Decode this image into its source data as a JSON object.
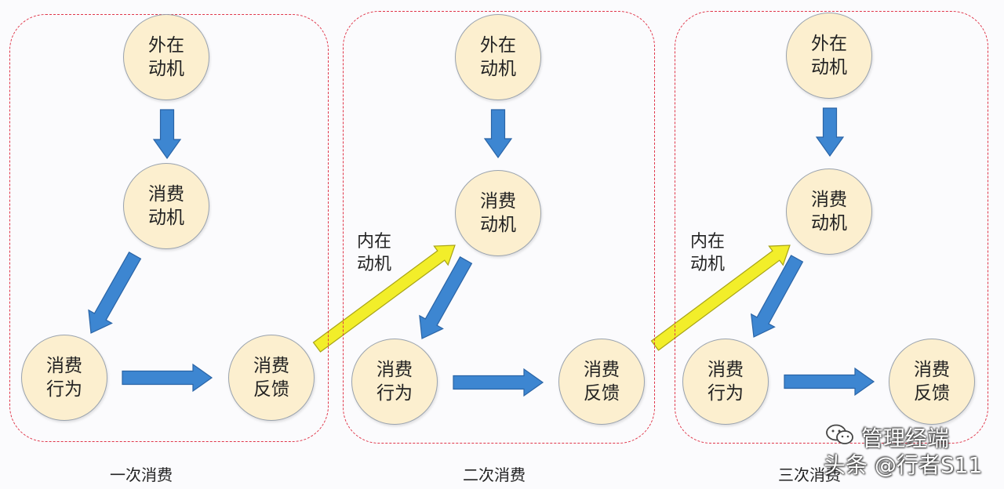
{
  "colors": {
    "frame_border": "#e0364a",
    "node_fill": "#fcefcf",
    "node_border": "#9aa3ae",
    "flow_arrow": "#3d86d1",
    "intrinsic_arrow": "#f2ee2a",
    "intrinsic_arrow_stroke": "#a8a416"
  },
  "stages": [
    {
      "caption": "一次消费",
      "nodes": {
        "external": "外在\n动机",
        "motive": "消费\n动机",
        "behavior": "消费\n行为",
        "feedback": "消费\n反馈"
      }
    },
    {
      "caption": "二次消费",
      "nodes": {
        "external": "外在\n动机",
        "motive": "消费\n动机",
        "behavior": "消费\n行为",
        "feedback": "消费\n反馈"
      }
    },
    {
      "caption": "三次消费",
      "nodes": {
        "external": "外在\n动机",
        "motive": "消费\n动机",
        "behavior": "消费\n行为",
        "feedback": "消费\n反馈"
      }
    }
  ],
  "intrinsic_labels": [
    "内在\n动机",
    "内在\n动机"
  ],
  "watermark": {
    "line1": "管理经端",
    "line2": "头条 @行者S11",
    "icon": "wechat-logo-icon"
  }
}
